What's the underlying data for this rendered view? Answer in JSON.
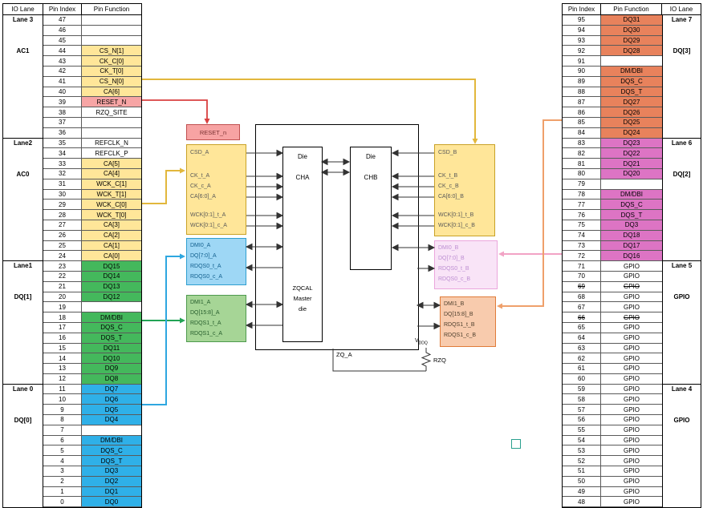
{
  "left_table": {
    "headers": {
      "lane": "IO Lane",
      "index": "Pin Index",
      "fn": "Pin Function"
    },
    "groups": [
      {
        "primary": "Lane 3",
        "secondary": "AC1"
      },
      {
        "primary": "Lane2",
        "secondary": "AC0"
      },
      {
        "primary": "Lane1",
        "secondary": "DQ[1]"
      },
      {
        "primary": "Lane 0",
        "secondary": "DQ[0]"
      }
    ],
    "rows": [
      {
        "i": "47",
        "f": "",
        "c": ""
      },
      {
        "i": "46",
        "f": "",
        "c": ""
      },
      {
        "i": "45",
        "f": "",
        "c": ""
      },
      {
        "i": "44",
        "f": "CS_N[1]",
        "c": "y"
      },
      {
        "i": "43",
        "f": "CK_C[0]",
        "c": "y"
      },
      {
        "i": "42",
        "f": "CK_T[0]",
        "c": "y"
      },
      {
        "i": "41",
        "f": "CS_N[0]",
        "c": "y"
      },
      {
        "i": "40",
        "f": "CA[6]",
        "c": "y"
      },
      {
        "i": "39",
        "f": "RESET_N",
        "c": "r"
      },
      {
        "i": "38",
        "f": "RZQ_SITE",
        "c": ""
      },
      {
        "i": "37",
        "f": "",
        "c": ""
      },
      {
        "i": "36",
        "f": "",
        "c": ""
      },
      {
        "i": "35",
        "f": "REFCLK_N",
        "c": ""
      },
      {
        "i": "34",
        "f": "REFCLK_P",
        "c": ""
      },
      {
        "i": "33",
        "f": "CA[5]",
        "c": "y"
      },
      {
        "i": "32",
        "f": "CA[4]",
        "c": "y"
      },
      {
        "i": "31",
        "f": "WCK_C[1]",
        "c": "y"
      },
      {
        "i": "30",
        "f": "WCK_T[1]",
        "c": "y"
      },
      {
        "i": "29",
        "f": "WCK_C[0]",
        "c": "y"
      },
      {
        "i": "28",
        "f": "WCK_T[0]",
        "c": "y"
      },
      {
        "i": "27",
        "f": "CA[3]",
        "c": "y"
      },
      {
        "i": "26",
        "f": "CA[2]",
        "c": "y"
      },
      {
        "i": "25",
        "f": "CA[1]",
        "c": "y"
      },
      {
        "i": "24",
        "f": "CA[0]",
        "c": "y"
      },
      {
        "i": "23",
        "f": "DQ15",
        "c": "g"
      },
      {
        "i": "22",
        "f": "DQ14",
        "c": "g"
      },
      {
        "i": "21",
        "f": "DQ13",
        "c": "g"
      },
      {
        "i": "20",
        "f": "DQ12",
        "c": "g"
      },
      {
        "i": "19",
        "f": "",
        "c": ""
      },
      {
        "i": "18",
        "f": "DM/DBI",
        "c": "g"
      },
      {
        "i": "17",
        "f": "DQS_C",
        "c": "g"
      },
      {
        "i": "16",
        "f": "DQS_T",
        "c": "g"
      },
      {
        "i": "15",
        "f": "DQ11",
        "c": "g"
      },
      {
        "i": "14",
        "f": "DQ10",
        "c": "g"
      },
      {
        "i": "13",
        "f": "DQ9",
        "c": "g"
      },
      {
        "i": "12",
        "f": "DQ8",
        "c": "g"
      },
      {
        "i": "11",
        "f": "DQ7",
        "c": "b"
      },
      {
        "i": "10",
        "f": "DQ6",
        "c": "b"
      },
      {
        "i": "9",
        "f": "DQ5",
        "c": "b"
      },
      {
        "i": "8",
        "f": "DQ4",
        "c": "b"
      },
      {
        "i": "7",
        "f": "",
        "c": ""
      },
      {
        "i": "6",
        "f": "DM/DBI",
        "c": "b"
      },
      {
        "i": "5",
        "f": "DQS_C",
        "c": "b"
      },
      {
        "i": "4",
        "f": "DQS_T",
        "c": "b"
      },
      {
        "i": "3",
        "f": "DQ3",
        "c": "b"
      },
      {
        "i": "2",
        "f": "DQ2",
        "c": "b"
      },
      {
        "i": "1",
        "f": "DQ1",
        "c": "b"
      },
      {
        "i": "0",
        "f": "DQ0",
        "c": "b"
      }
    ]
  },
  "right_table": {
    "headers": {
      "index": "Pin Index",
      "fn": "Pin Function",
      "lane": "IO Lane"
    },
    "groups": [
      {
        "primary": "Lane 7",
        "secondary": "DQ[3]"
      },
      {
        "primary": "Lane 6",
        "secondary": "DQ[2]"
      },
      {
        "primary": "Lane 5",
        "secondary": "GPIO"
      },
      {
        "primary": "Lane 4",
        "secondary": "GPIO"
      }
    ],
    "rows": [
      {
        "i": "95",
        "f": "DQ31",
        "c": "o"
      },
      {
        "i": "94",
        "f": "DQ30",
        "c": "o"
      },
      {
        "i": "93",
        "f": "DQ29",
        "c": "o"
      },
      {
        "i": "92",
        "f": "DQ28",
        "c": "o"
      },
      {
        "i": "91",
        "f": "",
        "c": ""
      },
      {
        "i": "90",
        "f": "DM/DBI",
        "c": "o"
      },
      {
        "i": "89",
        "f": "DQS_C",
        "c": "o"
      },
      {
        "i": "88",
        "f": "DQS_T",
        "c": "o"
      },
      {
        "i": "87",
        "f": "DQ27",
        "c": "o"
      },
      {
        "i": "86",
        "f": "DQ26",
        "c": "o"
      },
      {
        "i": "85",
        "f": "DQ25",
        "c": "o"
      },
      {
        "i": "84",
        "f": "DQ24",
        "c": "o"
      },
      {
        "i": "83",
        "f": "DQ23",
        "c": "m"
      },
      {
        "i": "82",
        "f": "DQ22",
        "c": "m"
      },
      {
        "i": "81",
        "f": "DQ21",
        "c": "m"
      },
      {
        "i": "80",
        "f": "DQ20",
        "c": "m"
      },
      {
        "i": "79",
        "f": "",
        "c": ""
      },
      {
        "i": "78",
        "f": "DM/DBI",
        "c": "m"
      },
      {
        "i": "77",
        "f": "DQS_C",
        "c": "m"
      },
      {
        "i": "76",
        "f": "DQS_T",
        "c": "m"
      },
      {
        "i": "75",
        "f": "DQ3",
        "c": "m"
      },
      {
        "i": "74",
        "f": "DQ18",
        "c": "m"
      },
      {
        "i": "73",
        "f": "DQ17",
        "c": "m"
      },
      {
        "i": "72",
        "f": "DQ16",
        "c": "m"
      },
      {
        "i": "71",
        "f": "GPIO",
        "c": ""
      },
      {
        "i": "70",
        "f": "GPIO",
        "c": ""
      },
      {
        "i": "69",
        "f": "GPIO",
        "c": "",
        "s": true
      },
      {
        "i": "68",
        "f": "GPIO",
        "c": ""
      },
      {
        "i": "67",
        "f": "GPIO",
        "c": ""
      },
      {
        "i": "66",
        "f": "GPIO",
        "c": "",
        "s": true
      },
      {
        "i": "65",
        "f": "GPIO",
        "c": ""
      },
      {
        "i": "64",
        "f": "GPIO",
        "c": ""
      },
      {
        "i": "63",
        "f": "GPIO",
        "c": ""
      },
      {
        "i": "62",
        "f": "GPIO",
        "c": ""
      },
      {
        "i": "61",
        "f": "GPIO",
        "c": ""
      },
      {
        "i": "60",
        "f": "GPIO",
        "c": ""
      },
      {
        "i": "59",
        "f": "GPIO",
        "c": ""
      },
      {
        "i": "58",
        "f": "GPIO",
        "c": ""
      },
      {
        "i": "57",
        "f": "GPIO",
        "c": ""
      },
      {
        "i": "56",
        "f": "GPIO",
        "c": ""
      },
      {
        "i": "55",
        "f": "GPIO",
        "c": ""
      },
      {
        "i": "54",
        "f": "GPIO",
        "c": ""
      },
      {
        "i": "53",
        "f": "GPIO",
        "c": ""
      },
      {
        "i": "52",
        "f": "GPIO",
        "c": ""
      },
      {
        "i": "51",
        "f": "GPIO",
        "c": ""
      },
      {
        "i": "50",
        "f": "GPIO",
        "c": ""
      },
      {
        "i": "49",
        "f": "GPIO",
        "c": ""
      },
      {
        "i": "48",
        "f": "GPIO",
        "c": ""
      }
    ]
  },
  "diagram": {
    "reset_box": {
      "label": "RESET_n"
    },
    "csd_a": {
      "lines": [
        "CSD_A",
        "CK_t_A",
        "CK_c_A",
        "CA[6:0]_A",
        "WCK[0:1]_t_A",
        "WCK[0:1]_c_A"
      ]
    },
    "dmi0_a": {
      "lines": [
        "DMI0_A",
        "DQ[7:0]_A",
        "RDQS0_t_A",
        "RDQS0_c_A"
      ]
    },
    "dmi1_a": {
      "lines": [
        "DMI1_A",
        "DQ[15:8]_A",
        "RDQS1_t_A",
        "RDQS1_c_A"
      ]
    },
    "csd_b": {
      "lines": [
        "CSD_B",
        "CK_t_B",
        "CK_c_B",
        "CA[6:0]_B",
        "WCK[0:1]_t_B",
        "WCK[0:1]_c_B"
      ]
    },
    "dmi0_b": {
      "lines": [
        "DMI0_B",
        "DQ[7:0]_B",
        "RDQS0_t_B",
        "RDQS0_c_B"
      ]
    },
    "dmi1_b": {
      "lines": [
        "DMI1_B",
        "DQ[15:8]_B",
        "RDQS1_t_B",
        "RDQS1_c_B"
      ]
    },
    "die_cha": {
      "l1": "Die",
      "l2": "CHA",
      "f1": "ZQCAL",
      "f2": "Master",
      "f3": "die"
    },
    "die_chb": {
      "l1": "Die",
      "l2": "CHB"
    },
    "zq": {
      "wire": "ZQ_A",
      "resistor": "RZQ",
      "rail_main": "V",
      "rail_sub": "DDQ"
    }
  },
  "colors": {
    "cell_yellow": "#ffe699",
    "cell_pink": "#f7a5a5",
    "cell_green": "#44b85c",
    "cell_blue": "#2fb0e8",
    "cell_orange": "#e8825c",
    "cell_magenta": "#dd74c4",
    "yellow": "#e2b73c",
    "red": "#d94040",
    "green": "#22a355",
    "blue": "#2ea7e0",
    "pink": "#f2a3c5",
    "orange": "#efa06b",
    "black": "#333333"
  }
}
